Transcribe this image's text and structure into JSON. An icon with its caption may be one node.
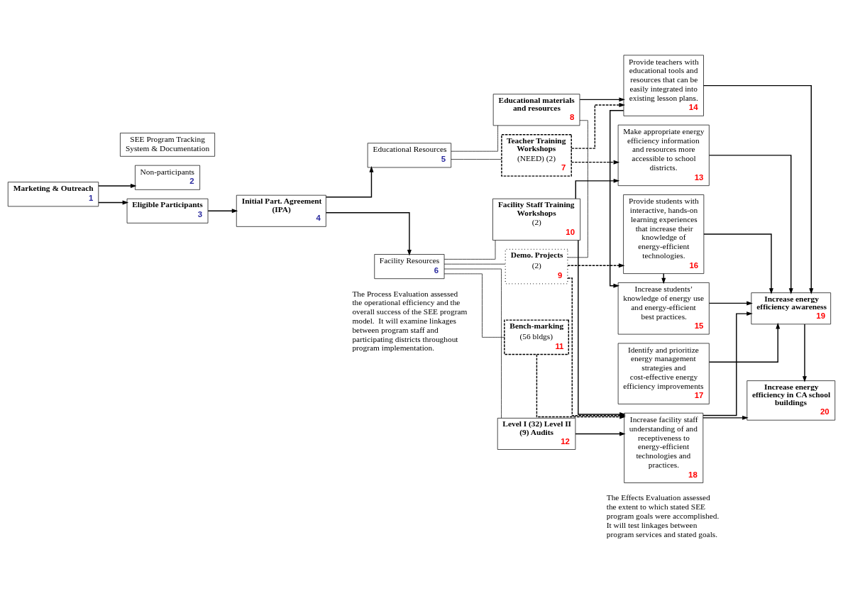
{
  "diagram": {
    "nodes": [
      {
        "text": [
          "Marketing & Outreach",
          "1"
        ]
      },
      {
        "text": [
          "Non-participants",
          "2"
        ]
      },
      {
        "text": [
          "Eligible Participants",
          "3"
        ]
      },
      {
        "text": [
          "Initial Part. Agreement (IPA)",
          "4"
        ]
      },
      {
        "text": [
          "Educational Resources",
          "5"
        ]
      },
      {
        "text": [
          "Facility Resources",
          "6"
        ]
      },
      {
        "text": [
          "Teacher Training Workshops",
          "(NEED) (2)",
          "7"
        ]
      },
      {
        "text": [
          "Educational materials and resources",
          "8"
        ]
      },
      {
        "text": [
          "Demo. Projects",
          "(2)",
          "9"
        ]
      },
      {
        "text": [
          "Facility Staff Training Workshops",
          "(2)",
          "10"
        ]
      },
      {
        "text": [
          "Bench-marking",
          "(56 bldgs)",
          "11"
        ]
      },
      {
        "text": [
          "Level I (32) Level II (9) Audits",
          "12"
        ]
      },
      {
        "text": [
          "Make appropriate energy efficiency information and resources more accessible to school districts.",
          "13"
        ]
      },
      {
        "text": [
          "Provide teachers with educational tools and resources that can be easily integrated into existing lesson plans.",
          "14"
        ]
      },
      {
        "text": [
          "Increase students’ knowledge of energy use and energy-efficient best practices.",
          "15"
        ]
      },
      {
        "text": [
          "Provide students with interactive, hands-on learning experiences that increase their knowledge of energy-efficient technologies.",
          "16"
        ]
      },
      {
        "text": [
          "Identify and prioritize energy management strategies and cost-effective energy efficiency improvements",
          "17"
        ]
      },
      {
        "text": [
          "Increase facility staff understanding of and receptiveness to energy-efficient technologies and practices.",
          "18"
        ]
      },
      {
        "text": [
          "Increase energy efficiency awareness",
          "19"
        ]
      },
      {
        "text": [
          "Increase energy efficiency in CA school buildings",
          "20"
        ]
      },
      {
        "text": [
          "SEE Program Tracking System & Documentation"
        ]
      }
    ],
    "edges": [
      {
        "from": 0,
        "to": 1,
        "arrow": "to"
      },
      {
        "from": 0,
        "to": 2,
        "arrow": "to"
      },
      {
        "from": 2,
        "to": 3,
        "arrow": "to"
      },
      {
        "from": 3,
        "to": 4,
        "arrow": "to"
      },
      {
        "from": 3,
        "to": 5,
        "arrow": "to"
      },
      {
        "from": 4,
        "to": 6,
        "arrow": "none"
      },
      {
        "from": 4,
        "to": 7,
        "arrow": "none"
      },
      {
        "from": 7,
        "to": 8,
        "arrow": "none"
      },
      {
        "from": 5,
        "to": 8,
        "arrow": "none"
      },
      {
        "from": 5,
        "to": 9,
        "arrow": "none"
      },
      {
        "from": 5,
        "to": 10,
        "arrow": "none"
      },
      {
        "from": 5,
        "to": 11,
        "arrow": "none"
      },
      {
        "from": 6,
        "to": 12,
        "arrow": "to",
        "style": "dashed"
      },
      {
        "from": 6,
        "to": 13,
        "arrow": "to",
        "style": "dashed"
      },
      {
        "from": 7,
        "to": 13,
        "arrow": "to"
      },
      {
        "from": 9,
        "to": 12,
        "arrow": "to"
      },
      {
        "from": 8,
        "to": 15,
        "arrow": "to",
        "style": "dashed"
      },
      {
        "from": 8,
        "to": 17,
        "arrow": "to",
        "style": "dashed"
      },
      {
        "from": 9,
        "to": 17,
        "arrow": "to"
      },
      {
        "from": 10,
        "to": 17,
        "arrow": "to",
        "style": "dashed"
      },
      {
        "from": 11,
        "to": 17,
        "arrow": "to"
      },
      {
        "from": 13,
        "to": 14,
        "arrow": "to"
      },
      {
        "from": 15,
        "to": 14,
        "arrow": "to"
      },
      {
        "from": 12,
        "to": 18,
        "arrow": "to"
      },
      {
        "from": 13,
        "to": 18,
        "arrow": "to"
      },
      {
        "from": 14,
        "to": 18,
        "arrow": "to"
      },
      {
        "from": 15,
        "to": 18,
        "arrow": "to"
      },
      {
        "from": 16,
        "to": 18,
        "arrow": "to"
      },
      {
        "from": 17,
        "to": 18,
        "arrow": "to"
      },
      {
        "from": 17,
        "to": 19,
        "arrow": "to"
      },
      {
        "from": 18,
        "to": 19,
        "arrow": "to"
      }
    ],
    "labels": [
      "The Process Evaluation assessed the operational efficiency and the overall success of the SEE program model.  It will examine linkages between program staff and participating districts throughout program implementation.",
      "The Effects Evaluation assessed the extent to which stated SEE program goals were accomplished.  It will test linkages between program services and stated goals."
    ]
  }
}
